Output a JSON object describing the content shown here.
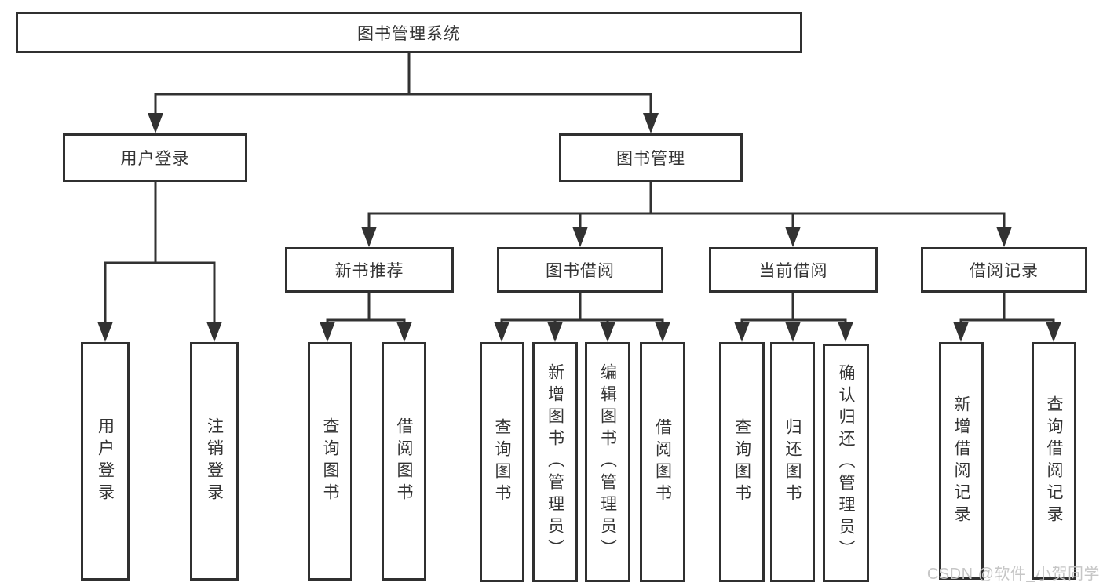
{
  "nodes": {
    "root": "图书管理系统",
    "user_login": "用户登录",
    "book_mgmt": "图书管理",
    "new_book_rec": "新书推荐",
    "book_borrow": "图书借阅",
    "current_borrow": "当前借阅",
    "borrow_records": "借阅记录",
    "leaf_user_login": "用户登录",
    "leaf_logout": "注销登录",
    "leaf_nb_query": "查询图书",
    "leaf_nb_borrow": "借阅图书",
    "leaf_bb_query": "查询图书",
    "leaf_bb_add": "新增图书（管理员）",
    "leaf_bb_edit": "编辑图书（管理员）",
    "leaf_bb_borrow": "借阅图书",
    "leaf_cb_query": "查询图书",
    "leaf_cb_return": "归还图书",
    "leaf_cb_confirm": "确认归还（管理员）",
    "leaf_br_add": "新增借阅记录",
    "leaf_br_query": "查询借阅记录"
  },
  "watermark": "CSDN @软件_小贺同学",
  "colors": {
    "line": "#323232",
    "box_border": "#303030",
    "text": "#333333",
    "watermark": "#c6c6c6",
    "background": "#ffffff"
  }
}
